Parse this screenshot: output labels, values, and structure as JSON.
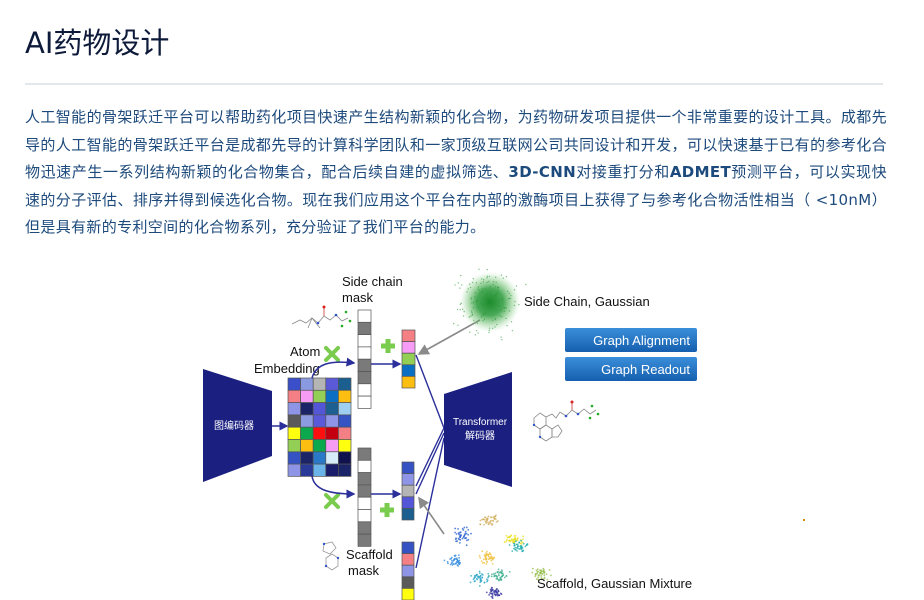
{
  "page": {
    "title": "AI药物设计",
    "intro_parts": [
      "人工智能的骨架跃迁平台可以帮助药化项目快速产生结构新颖的化合物，为药物研发项目提供一个非常重要的设计工具。成都先导的人工智能的骨架跃迁平台是成都先导的计算科学团队和一家顶级互联网公司共同设计和开发，可以快速基于已有的参考化合物迅速产生一系列结构新颖的化合物集合，配合后续自建的虚拟筛选、",
      "3D-CNN",
      "对接重打分和",
      "ADMET",
      "预测平台，可以实现快速的分子评估、排序并得到候选化合物。现在我们应用这个平台在内部的激酶项目上获得了与参考化合物活性相当（ <10nM）但是具有新的专利空间的化合物系列，充分验证了我们平台的能力。"
    ]
  },
  "diagram": {
    "encoder_label": "图编码器",
    "decoder_label_en": "Transformer",
    "decoder_label_zh": "解码器",
    "atom_embedding_line1": "Atom",
    "atom_embedding_line2": "Embedding",
    "side_chain_mask_line1": "Side chain",
    "side_chain_mask_line2": "mask",
    "scaffold_mask_line1": "Scaffold",
    "scaffold_mask_line2": "mask",
    "side_chain_gaussian": "Side Chain, Gaussian",
    "scaffold_gaussian_mixture": "Scaffold, Gaussian Mixture",
    "buttons": {
      "graph_alignment": "Graph Alignment",
      "graph_readout": "Graph Readout"
    },
    "colors": {
      "navy": "#1a1f80",
      "arrow": "#2a2f9a",
      "plus_green": "#7acc4e",
      "button_blue": "#1b6fc0",
      "mask_gray": "#7a7a7a"
    },
    "embedding_matrix": [
      [
        "#3a4fc9",
        "#8a9ae0",
        "#b5b5b5",
        "#5a5ad8",
        "#1a5f8f"
      ],
      [
        "#f47f85",
        "#f79cf5",
        "#93cf55",
        "#0a6ec2",
        "#fcbe10"
      ],
      [
        "#8e94e6",
        "#1c2468",
        "#5456d8",
        "#1d5f91",
        "#9fcff0"
      ],
      [
        "#5a5a5a",
        "#8c9ae0",
        "#5a5ad8",
        "#8e94e6",
        "#3653c4"
      ],
      [
        "#ffff10",
        "#0ca84e",
        "#ff1010",
        "#c40010",
        "#f47f85"
      ],
      [
        "#93cf55",
        "#fcbe10",
        "#0ca84e",
        "#f79cf5",
        "#ffff10"
      ],
      [
        "#3653c4",
        "#1c2468",
        "#2a78c8",
        "#d6ecf8",
        "#10124e"
      ],
      [
        "#8e94e6",
        "#2a3a98",
        "#6ab4ea",
        "#1a1d6a",
        "#1c2468"
      ]
    ],
    "side_chain_mask": [
      "#ffffff",
      "#7a7a7a",
      "#ffffff",
      "#ffffff",
      "#7a7a7a",
      "#7a7a7a",
      "#ffffff",
      "#ffffff"
    ],
    "scaffold_mask": [
      "#7a7a7a",
      "#ffffff",
      "#7a7a7a",
      "#7a7a7a",
      "#ffffff",
      "#ffffff",
      "#7a7a7a",
      "#7a7a7a"
    ],
    "side_chain_output": [
      "#f47f85",
      "#f79cf5",
      "#93cf55",
      "#0a6ec2",
      "#fcbe10"
    ],
    "scaffold_output_a": [
      "#3653c4",
      "#8e94e6",
      "#b5b5b5",
      "#5456d8",
      "#1a5f8f"
    ],
    "scaffold_output_b": [
      "#3653c4",
      "#f47f85",
      "#8e94e6",
      "#5a5a5a",
      "#ffff10"
    ]
  }
}
